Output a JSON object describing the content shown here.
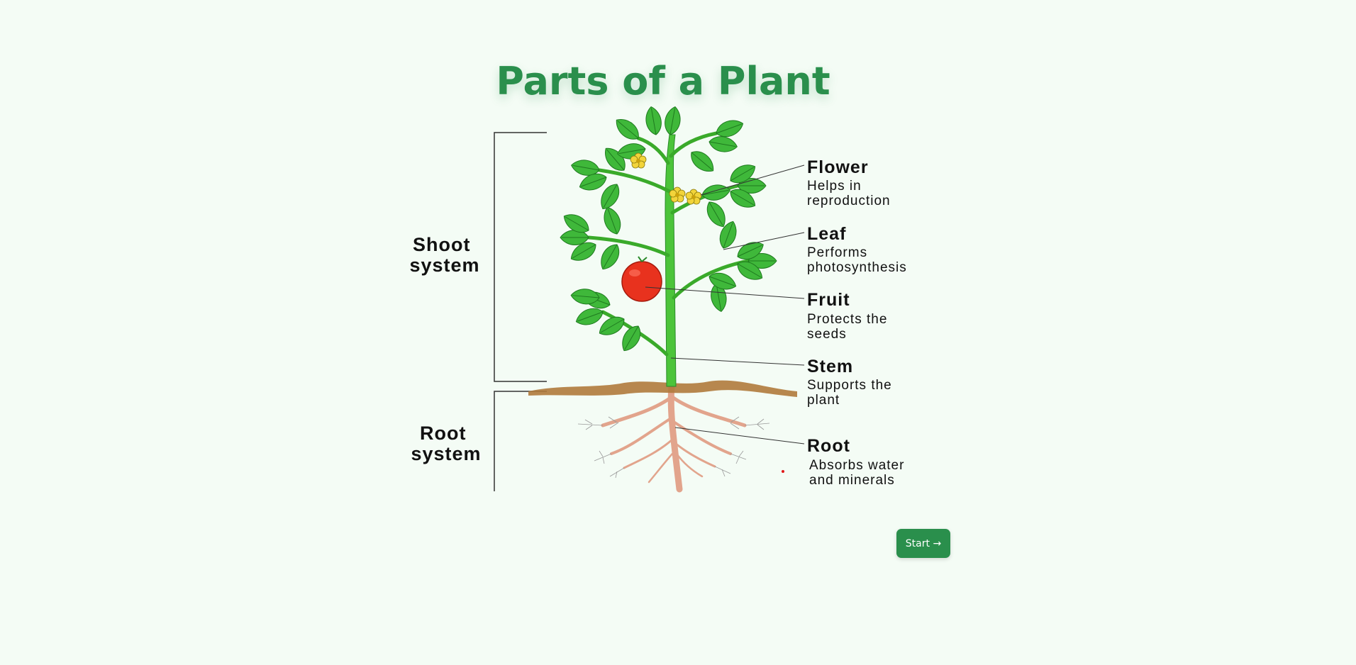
{
  "title": "Parts of a Plant",
  "start_button": "Start →",
  "diagram": {
    "systems": {
      "shoot": [
        "Shoot",
        "system"
      ],
      "root": [
        "Root",
        "system"
      ]
    },
    "labels": [
      {
        "name": "Flower",
        "desc": [
          "Helps in",
          "reproduction"
        ]
      },
      {
        "name": "Leaf",
        "desc": [
          "Performs",
          "photosynthesis"
        ]
      },
      {
        "name": "Fruit",
        "desc": [
          "Protects the",
          "seeds"
        ]
      },
      {
        "name": "Stem",
        "desc": [
          "Supports the",
          "plant"
        ]
      },
      {
        "name": "Root",
        "desc": [
          "Absorbs water",
          "and minerals"
        ]
      }
    ]
  },
  "colors": {
    "title": "#2a8f4c",
    "button": "#2a8f4c",
    "background": "#f4fcf5",
    "stem": "#4cc43a",
    "leaf": "#3fb83a",
    "fruit": "#e8321e",
    "flower": "#f2d43a",
    "soil": "#b07a3c",
    "roots": "#f0b8a0"
  }
}
